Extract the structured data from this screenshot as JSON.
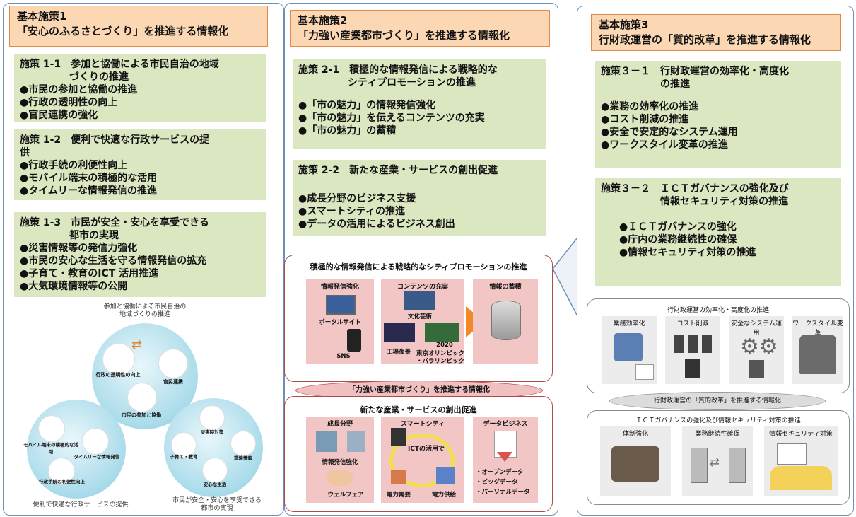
{
  "col1": {
    "header_line1": "基本施策1",
    "header_line2": "「安心のふるさとづくり」を推進する情報化",
    "policies": [
      {
        "title": "施策 1-1　参加と協働による市民自治の地域",
        "title2": "　　　　　づくりの推進",
        "items": [
          "●市民の参加と協働の推進",
          "●行政の透明性の向上",
          "●官民連携の強化"
        ]
      },
      {
        "title": "施策 1-2　便利で快適な行政サービスの提",
        "title2": "供",
        "items": [
          "●行政手続の利便性向上",
          "●モバイル端末の積極的な活用",
          "●タイムリーな情報発信の推進"
        ]
      },
      {
        "title": "施策 1-3　市民が安全・安心を享受できる",
        "title2": "　　　　　都市の実現",
        "items": [
          "●災害情報等の発信力強化",
          "●市民の安心な生活を守る情報発信の拡充",
          "●子育て・教育のICT 活用推進",
          "●大気環境情報等の公開"
        ]
      }
    ],
    "diagram": {
      "top_caption_1": "参加と協働による市民自治の",
      "top_caption_2": "地域づくりの推進",
      "top_nodes": [
        "行政の透明性の向上",
        "官民連携",
        "市民の参加と協働"
      ],
      "left_nodes": [
        "モバイル端末の積極的な活用",
        "タイムリーな情報発信",
        "行政手続の利便性向上"
      ],
      "right_nodes": [
        "災害時対策",
        "子育て・教育",
        "環境情報",
        "安心な生活"
      ],
      "bottom_left_caption": "便利で快適な行政サービスの提供",
      "bottom_right_caption_1": "市民が安全・安心を享受できる",
      "bottom_right_caption_2": "都市の実現"
    }
  },
  "col2": {
    "header_line1": "基本施策2",
    "header_line2": "「力強い産業都市づくり」を推進する情報化",
    "policies": [
      {
        "title": "施策 2-1　積極的な情報発信による戦略的な",
        "title2": "　　　　　シティプロモーションの推進",
        "items": [
          "●「市の魅力」の情報発信強化",
          "●「市の魅力」を伝えるコンテンツの充実",
          "●「市の魅力」の蓄積"
        ]
      },
      {
        "title": "施策 2-2　新たな産業・サービスの創出促進",
        "title2": "",
        "items": [
          "●成長分野のビジネス支援",
          "●スマートシティの推進",
          "●データの活用によるビジネス創出"
        ]
      }
    ],
    "panel1": {
      "title": "積極的な情報発信による戦略的なシティプロモーションの推進",
      "box1_title": "情報発信強化",
      "box1_labels": [
        "ポータルサイト",
        "SNS"
      ],
      "box2_title": "コンテンツの充実",
      "box2_labels": [
        "文化芸術",
        "2020",
        "工場夜景",
        "東京オリンピック",
        "・パラリンピック"
      ],
      "box3_title": "情報の蓄積"
    },
    "middle_oval": "「力強い産業都市づくり」を推進する情報化",
    "panel2": {
      "title": "新たな産業・サービスの創出促進",
      "box1_title": "成長分野",
      "box1_labels": [
        "情報発信強化",
        "ウェルフェア"
      ],
      "box2_title": "スマートシティ",
      "box2_labels": [
        "ICTの活用で",
        "電力需要",
        "電力供給"
      ],
      "box3_title": "データビジネス",
      "box3_labels": [
        "・オープンデータ",
        "・ビッグデータ",
        "・パーソナルデータ"
      ]
    }
  },
  "col3": {
    "header_line1": "基本施策3",
    "header_line2": "行財政運営の「質的改革」を推進する情報化",
    "policies": [
      {
        "title": "施策３－１　行財政運営の効率化・高度化",
        "title2": "　　　　　　の推進",
        "items": [
          "●業務の効率化の推進",
          "●コスト削減の推進",
          "●安全で安定的なシステム運用",
          "●ワークスタイル変革の推進"
        ]
      },
      {
        "title": "施策３－２　ＩＣＴガバナンスの強化及び",
        "title2": "　　　　　　情報セキュリティ対策の推進",
        "items": [
          "●ＩＣＴガバナンスの強化",
          "●庁内の業務継続性の確保",
          "●情報セキュリティ対策の推進"
        ]
      }
    ],
    "panel1": {
      "title": "行財政運営の効率化・高度化の推進",
      "boxes": [
        "業務効率化",
        "コスト削減",
        "安全なシステム運用",
        "ワークスタイル変革"
      ]
    },
    "middle_oval": "行財政運営の「質的改革」を推進する情報化",
    "panel2": {
      "title": "ＩＣＴガバナンスの強化及び情報セキュリティ対策の推進",
      "boxes": [
        "体制強化",
        "業務継続性確保",
        "情報セキュリティ対策"
      ]
    }
  },
  "colors": {
    "header_fill": "#fbd7b4",
    "policy_fill": "#dbe7c1",
    "column_border": "#6f8fb8",
    "red_panel_border": "#b04a4a",
    "pink_box": "#f3c6c6",
    "circle_blue": "#a9dbea"
  }
}
